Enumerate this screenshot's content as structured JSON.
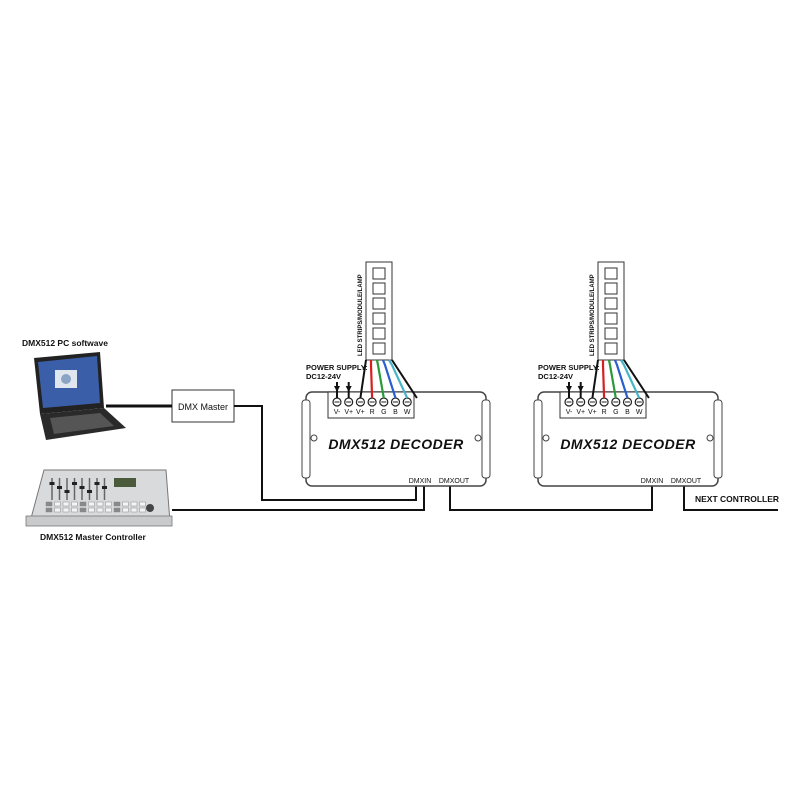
{
  "pc": {
    "label": "DMX512  PC  softwave"
  },
  "master_box": {
    "label": "DMX Master"
  },
  "controller": {
    "label": "DMX512 Master Controller"
  },
  "decoders": [
    {
      "title": "DMX512 DECODER",
      "power_label_1": "POWER SUPPLY:",
      "power_label_2": "DC12-24V",
      "terminals": [
        "V-",
        "V+",
        "V+",
        "R",
        "G",
        "B",
        "W"
      ],
      "strip_label": "LED STRIPS/MODULE/LAMP",
      "dmx_in": "DMXIN",
      "dmx_out": "DMXOUT"
    },
    {
      "title": "DMX512 DECODER",
      "power_label_1": "POWER SUPPLY:",
      "power_label_2": "DC12-24V",
      "terminals": [
        "V-",
        "V+",
        "V+",
        "R",
        "G",
        "B",
        "W"
      ],
      "strip_label": "LED STRIPS/MODULE/LAMP",
      "dmx_in": "DMXIN",
      "dmx_out": "DMXOUT"
    }
  ],
  "next_controller": {
    "label": "NEXT CONTROLLER"
  },
  "colors": {
    "wire": "#111111",
    "red_wire": "#d42020",
    "green_wire": "#2a9a3a",
    "blue_wire": "#2a5fd0",
    "cyan_wire": "#48b4c8",
    "decoder_border": "#444444",
    "screen": "#3a5fa8"
  }
}
